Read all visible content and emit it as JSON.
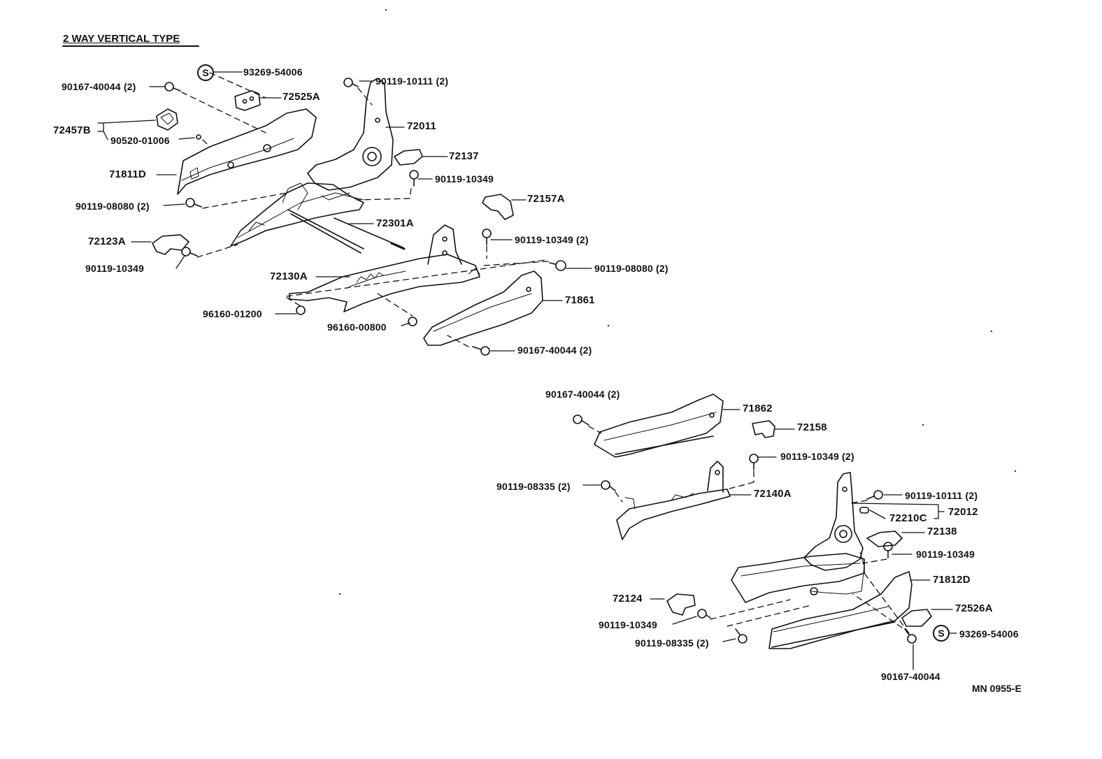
{
  "title": "2 WAY VERTICAL TYPE",
  "code": "MN 0955-E",
  "s_mark": "S",
  "labels": {
    "p93269_54006_top": "93269-54006",
    "p90167_40044_2_a": "90167-40044 (2)",
    "p72525A": "72525A",
    "p90119_10111_2_a": "90119-10111 (2)",
    "p72011": "72011",
    "p72457B": "72457B",
    "p90520_01006": "90520-01006",
    "p71811D": "71811D",
    "p72137": "72137",
    "p90119_10349_a": "90119-10349",
    "p90119_08080_2_a": "90119-08080 (2)",
    "p72157A": "72157A",
    "p72301A": "72301A",
    "p72123A": "72123A",
    "p90119_10349_2_a": "90119-10349 (2)",
    "p90119_10349_b": "90119-10349",
    "p90119_08080_2_b": "90119-08080 (2)",
    "p72130A": "72130A",
    "p71861": "71861",
    "p96160_01200": "96160-01200",
    "p96160_00800": "96160-00800",
    "p90167_40044_2_b": "90167-40044 (2)",
    "p90167_40044_2_c": "90167-40044 (2)",
    "p71862": "71862",
    "p72158": "72158",
    "p90119_10349_2_b": "90119-10349 (2)",
    "p90119_08335_2_a": "90119-08335 (2)",
    "p72140A": "72140A",
    "p90119_10111_2_b": "90119-10111 (2)",
    "p72210C": "72210C",
    "p72012": "72012",
    "p72138": "72138",
    "p90119_10349_c": "90119-10349",
    "p71812D": "71812D",
    "p72124": "72124",
    "p72526A": "72526A",
    "p90119_10349_d": "90119-10349",
    "p93269_54006_bottom": "93269-54006",
    "p90119_08335_2_b": "90119-08335 (2)",
    "p90167_40044": "90167-40044"
  }
}
